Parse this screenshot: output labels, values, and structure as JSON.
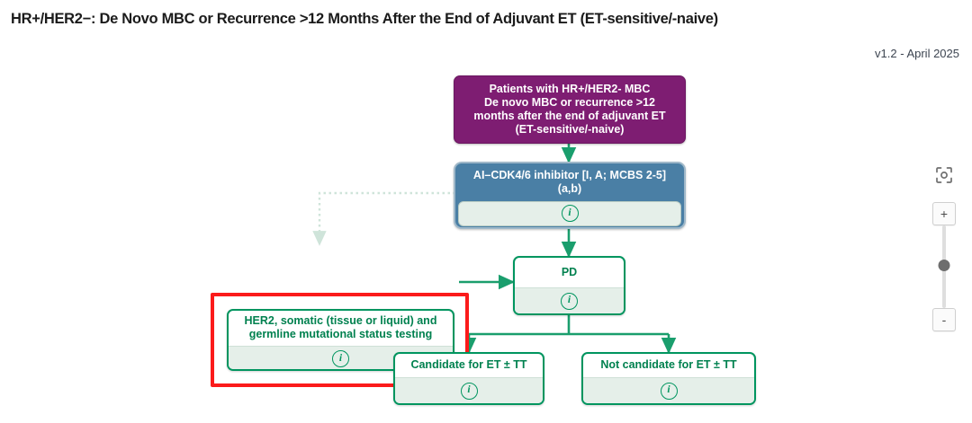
{
  "header": {
    "title": "HR+/HER2−: De Novo MBC or Recurrence >12 Months After the End of Adjuvant ET (ET-sensitive/-naive)",
    "version": "v1.2 - April 2025"
  },
  "colors": {
    "purple": "#7e1d72",
    "blue": "#4a7fa5",
    "green": "#00955f",
    "green_text": "#00814f",
    "info_panel": "#e5efe9",
    "selection_red": "#fb1b1b",
    "edge": "#1a9e6d",
    "edge_faded": "#cfe4da"
  },
  "nodes": {
    "start": {
      "text": "Patients with HR+/HER2- MBC De novo MBC or recurrence >12 months after the end of adjuvant ET (ET-sensitive/-naive)",
      "lines": [
        "Patients with HR+/HER2- MBC",
        "De novo MBC or recurrence >12",
        "months after the end of adjuvant ET",
        "(ET-sensitive/-naive)"
      ]
    },
    "treatment": {
      "lines": [
        "AI–CDK4/6 inhibitor [I, A; MCBS 2-5]",
        "(a,b)"
      ],
      "info_icon": "info-icon"
    },
    "testing": {
      "lines": [
        "HER2, somatic (tissue or liquid) and",
        "germline mutational status testing"
      ],
      "info_icon": "info-icon",
      "selected": true
    },
    "pd": {
      "lines": [
        "PD"
      ],
      "info_icon": "info-icon"
    },
    "candidate": {
      "lines": [
        "Candidate for ET ± TT"
      ],
      "info_icon": "info-icon"
    },
    "not_candidate": {
      "lines": [
        "Not candidate for ET ± TT"
      ],
      "info_icon": "info-icon"
    }
  },
  "controls": {
    "focus_icon": "focus-frame-icon",
    "zoom_in_label": "+",
    "zoom_out_label": "-"
  }
}
